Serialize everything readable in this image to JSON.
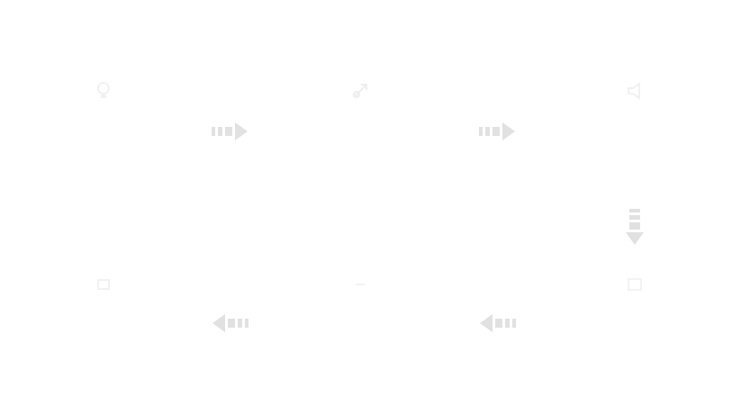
{
  "process_flow": {
    "layout": "serpentine",
    "colors": {
      "arrow": "#e1e1e1",
      "icon": "#f1f1f1",
      "background": "#ffffff"
    },
    "steps": [
      {
        "id": "step-1",
        "icon": "lightbulb-icon"
      },
      {
        "id": "step-2",
        "icon": "rocket-icon"
      },
      {
        "id": "step-3",
        "icon": "megaphone-icon"
      },
      {
        "id": "step-4",
        "icon": "trophy-icon"
      },
      {
        "id": "step-5",
        "icon": "chart-icon"
      },
      {
        "id": "step-6",
        "icon": "refresh-icon"
      }
    ],
    "connectors": [
      {
        "from": "step-1",
        "to": "step-2",
        "direction": "right"
      },
      {
        "from": "step-2",
        "to": "step-3",
        "direction": "right"
      },
      {
        "from": "step-3",
        "to": "step-4",
        "direction": "down"
      },
      {
        "from": "step-4",
        "to": "step-5",
        "direction": "left"
      },
      {
        "from": "step-5",
        "to": "step-6",
        "direction": "left"
      }
    ]
  }
}
